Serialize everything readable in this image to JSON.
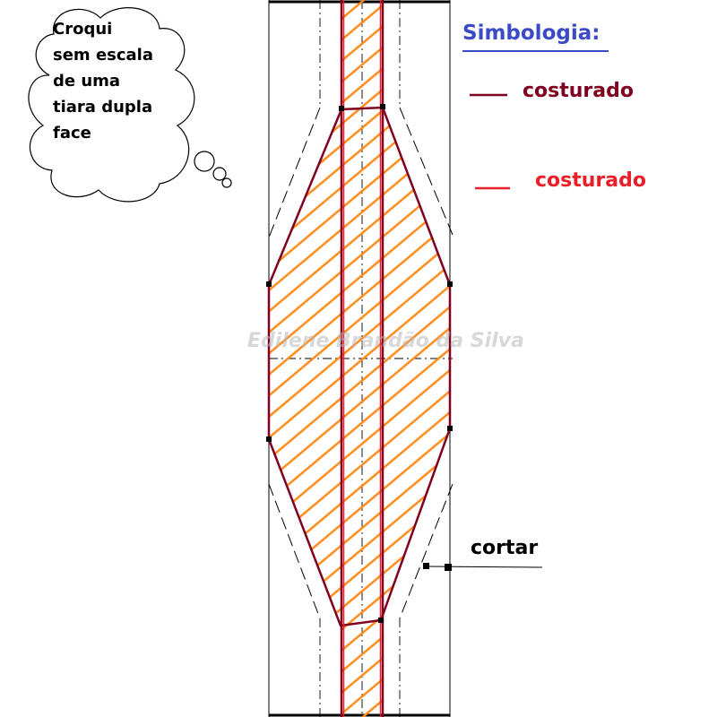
{
  "note": {
    "lines": [
      "Croqui",
      "sem escala",
      "de uma",
      "tiara dupla",
      "face"
    ]
  },
  "legend": {
    "title": "Simbologia:",
    "items": [
      {
        "label": "costurado",
        "color": "#800020"
      },
      {
        "label": "costurado",
        "color": "#e8202a"
      }
    ]
  },
  "cut_label": "cortar",
  "watermark": "Edilene Brandão da Silva",
  "colors": {
    "stitch_dark": "#800020",
    "stitch_red": "#e8202a",
    "hatch": "#ff8c1a",
    "legend_title": "#3b4bc8",
    "line": "#000000"
  }
}
